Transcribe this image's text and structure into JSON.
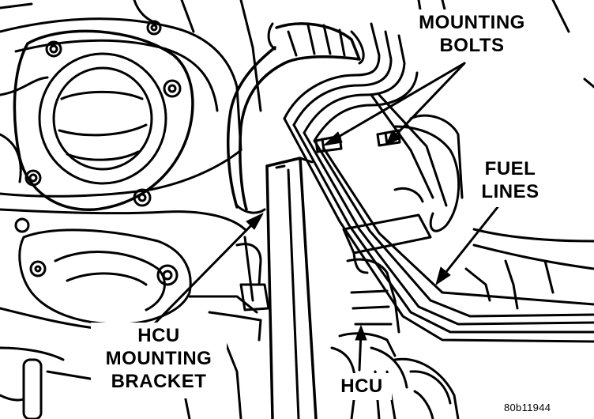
{
  "callouts": {
    "mounting_bolts": {
      "line1": "MOUNTING",
      "line2": "BOLTS"
    },
    "fuel_lines": {
      "line1": "FUEL",
      "line2": "LINES"
    },
    "hcu_mounting_bracket": {
      "line1": "HCU",
      "line2": "MOUNTING",
      "line3": "BRACKET"
    },
    "hcu": {
      "line1": "HCU"
    }
  },
  "figure_id": "80b11944",
  "colors": {
    "ink": "#000000",
    "paper": "#ffffff"
  }
}
